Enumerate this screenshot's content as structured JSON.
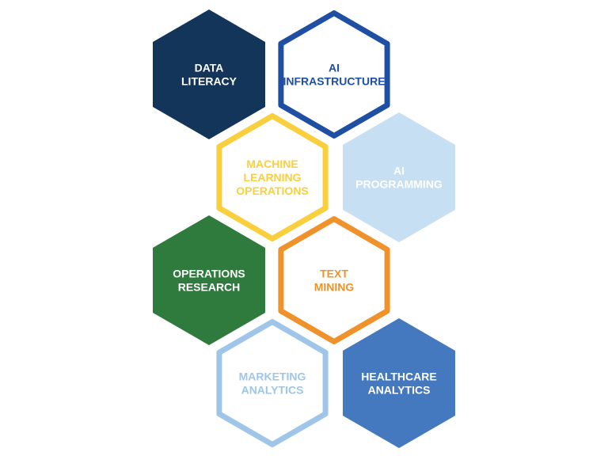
{
  "hexagons": [
    {
      "id": "data-literacy",
      "lines": [
        "DATA",
        "LITERACY"
      ],
      "style": "filled",
      "color": "#14355a",
      "text_color": "#ffffff"
    },
    {
      "id": "ai-infrastructure",
      "lines": [
        "AI",
        "INFRASTRUCTURE"
      ],
      "style": "outline",
      "color": "#1f4fa3",
      "text_color": "#1f4fa3"
    },
    {
      "id": "machine-learning-operations",
      "lines": [
        "MACHINE",
        "LEARNING",
        "OPERATIONS"
      ],
      "style": "outline",
      "color": "#f9cf3d",
      "text_color": "#f9cf3d"
    },
    {
      "id": "ai-programming",
      "lines": [
        "AI",
        "PROGRAMMING"
      ],
      "style": "filled",
      "color": "#c6dff2",
      "text_color": "#ffffff"
    },
    {
      "id": "operations-research",
      "lines": [
        "OPERATIONS",
        "RESEARCH"
      ],
      "style": "filled",
      "color": "#2f7b3d",
      "text_color": "#ffffff"
    },
    {
      "id": "text-mining",
      "lines": [
        "TEXT",
        "MINING"
      ],
      "style": "outline",
      "color": "#ef922b",
      "text_color": "#ef922b"
    },
    {
      "id": "marketing-analytics",
      "lines": [
        "MARKETING",
        "ANALYTICS"
      ],
      "style": "outline",
      "color": "#9fc6e9",
      "text_color": "#9fc6e9"
    },
    {
      "id": "healthcare-analytics",
      "lines": [
        "HEALTHCARE",
        "ANALYTICS"
      ],
      "style": "filled",
      "color": "#4479c0",
      "text_color": "#ffffff"
    }
  ]
}
